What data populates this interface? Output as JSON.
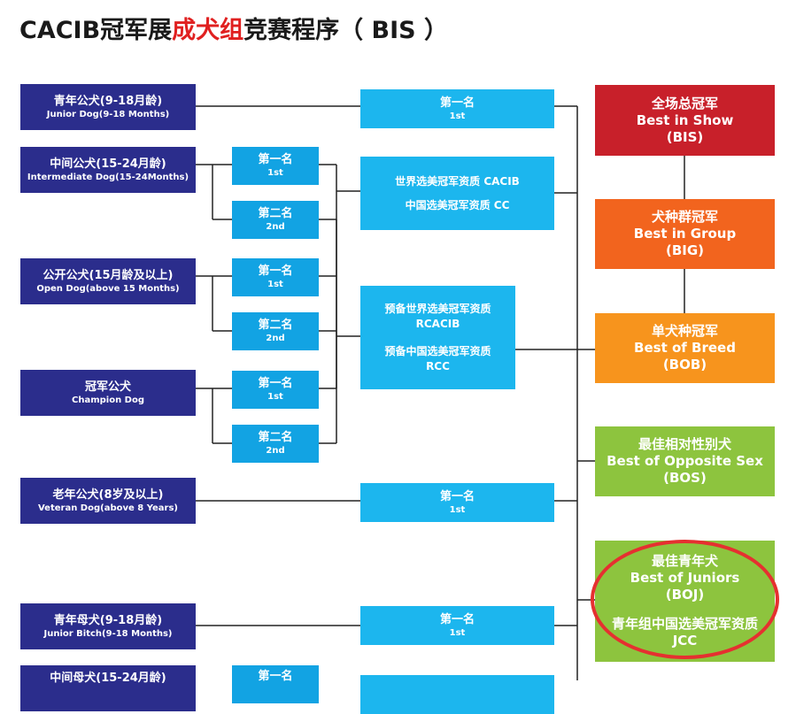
{
  "title": {
    "prefix": "CACIB冠军展",
    "highlight": "成犬组",
    "suffix": "竞赛程序（ BIS ）"
  },
  "classes": [
    {
      "cn": "青年公犬(9-18月龄)",
      "en": "Junior Dog(9-18 Months)"
    },
    {
      "cn": "中间公犬(15-24月龄)",
      "en": "Intermediate Dog(15-24Months)"
    },
    {
      "cn": "公开公犬(15月龄及以上)",
      "en": "Open Dog(above 15 Months)"
    },
    {
      "cn": "冠军公犬",
      "en": "Champion Dog"
    },
    {
      "cn": "老年公犬(8岁及以上)",
      "en": "Veteran Dog(above 8 Years)"
    },
    {
      "cn": "青年母犬(9-18月龄)",
      "en": "Junior Bitch(9-18 Months)"
    },
    {
      "cn": "中间母犬(15-24月龄)",
      "en": ""
    }
  ],
  "placings": {
    "first": {
      "cn": "第一名",
      "en": "1st"
    },
    "second": {
      "cn": "第二名",
      "en": "2nd"
    }
  },
  "titles_box": {
    "cacib": "世界选美冠军资质 CACIB",
    "cc": "中国选美冠军资质 CC",
    "rcacib_cn": "预备世界选美冠军资质",
    "rcacib_en": "RCACIB",
    "rcc_cn": "预备中国选美冠军资质",
    "rcc_en": "RCC"
  },
  "awards": [
    {
      "cn": "全场总冠军",
      "en": "Best in Show",
      "abbr": "(BIS)",
      "color": "#c8202a"
    },
    {
      "cn": "犬种群冠军",
      "en": "Best in Group",
      "abbr": "(BIG)",
      "color": "#f2641e"
    },
    {
      "cn": "单犬种冠军",
      "en": "Best of Breed",
      "abbr": "(BOB)",
      "color": "#f7941d"
    },
    {
      "cn": "最佳相对性别犬",
      "en": "Best of Opposite Sex",
      "abbr": "(BOS)",
      "color": "#8dc43e"
    },
    {
      "cn": "最佳青年犬",
      "en": "Best of Juniors",
      "abbr": "(BOJ)",
      "extra_cn": "青年组中国选美冠军资质",
      "extra_en": "JCC",
      "color": "#8dc43e"
    }
  ],
  "highlight_color": "#e53030"
}
